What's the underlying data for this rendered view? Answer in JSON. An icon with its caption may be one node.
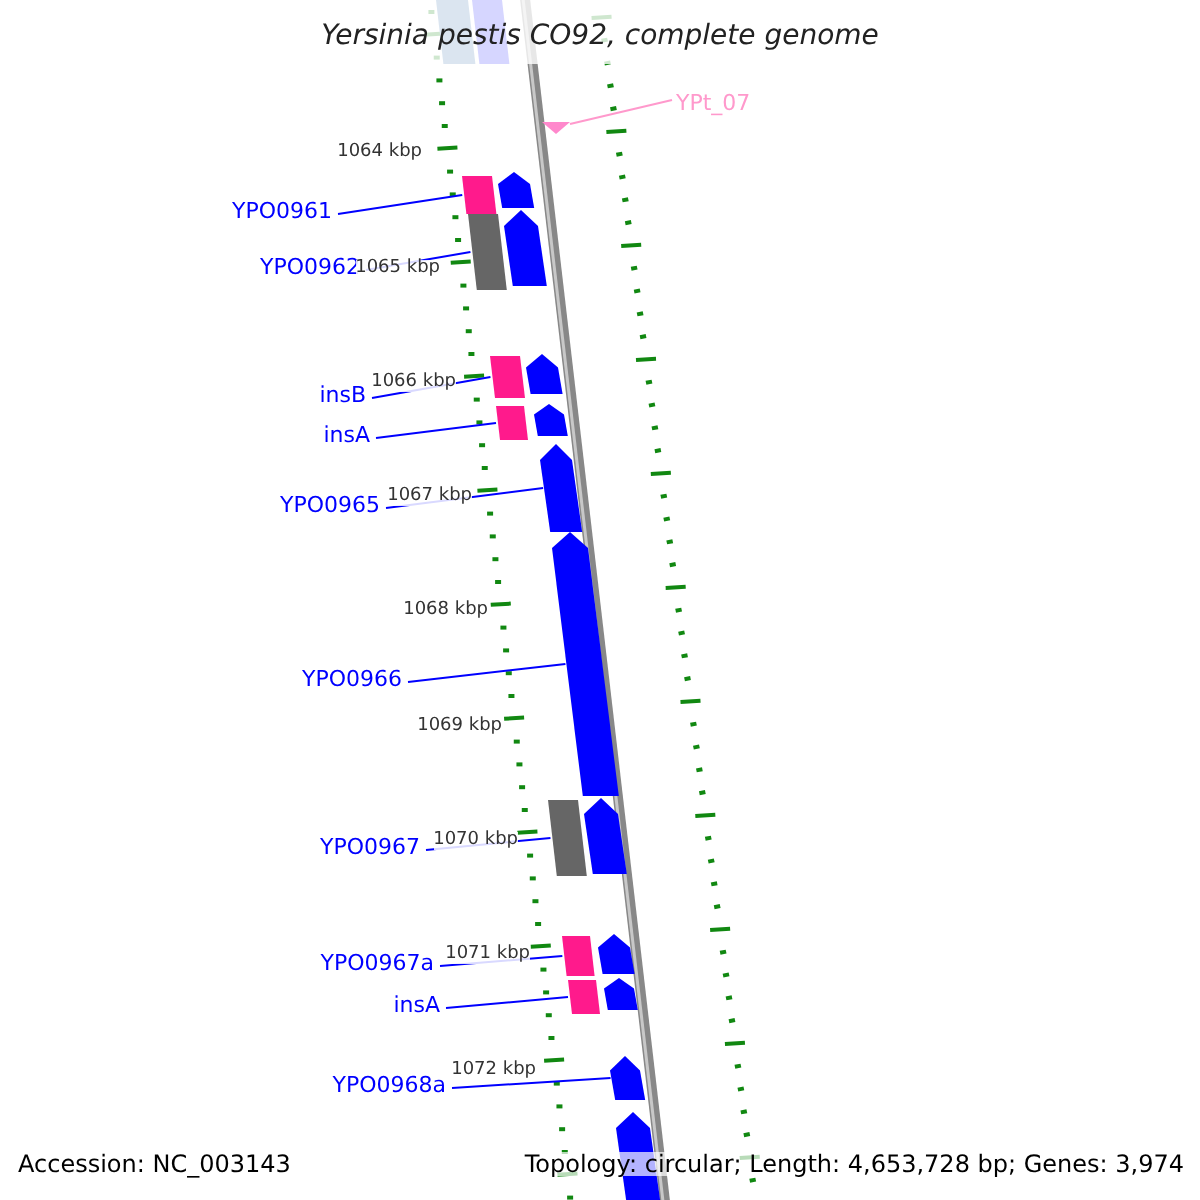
{
  "diagram": {
    "title": "Yersinia pestis CO92, complete genome",
    "nodes": [
      {
        "text": [],
        "shape": "box"
      },
      {
        "text": [],
        "shape": "box"
      },
      {
        "text": [
          "YPt_07"
        ]
      },
      {
        "text": [],
        "shape": "triangle"
      },
      {
        "text": [
          "YPO0961"
        ]
      },
      {
        "text": [],
        "shape": "box"
      },
      {
        "text": [],
        "shape": "arrow"
      },
      {
        "text": [
          "YPO0962"
        ]
      },
      {
        "text": [],
        "shape": "box"
      },
      {
        "text": [],
        "shape": "arrow"
      },
      {
        "text": [
          "insB"
        ]
      },
      {
        "text": [],
        "shape": "box"
      },
      {
        "text": [],
        "shape": "arrow"
      },
      {
        "text": [
          "insA"
        ]
      },
      {
        "text": [],
        "shape": "box"
      },
      {
        "text": [],
        "shape": "arrow"
      },
      {
        "text": [
          "YPO0965"
        ]
      },
      {
        "text": [],
        "shape": "arrow"
      },
      {
        "text": [
          "YPO0966"
        ]
      },
      {
        "text": [],
        "shape": "arrow"
      },
      {
        "text": [
          "YPO0967"
        ]
      },
      {
        "text": [],
        "shape": "box"
      },
      {
        "text": [],
        "shape": "arrow"
      },
      {
        "text": [
          "YPO0967a"
        ]
      },
      {
        "text": [],
        "shape": "box"
      },
      {
        "text": [],
        "shape": "arrow"
      },
      {
        "text": [
          "insA"
        ]
      },
      {
        "text": [],
        "shape": "box"
      },
      {
        "text": [],
        "shape": "arrow"
      },
      {
        "text": [
          "YPO0968a"
        ]
      },
      {
        "text": [],
        "shape": "arrow"
      },
      {
        "text": [],
        "shape": "arrow"
      }
    ],
    "edges": [
      {
        "from": 2,
        "to": 3,
        "arrow": "none",
        "color": "#ff99cc"
      },
      {
        "from": 4,
        "to": 5,
        "arrow": "none"
      },
      {
        "from": 7,
        "to": 8,
        "arrow": "none"
      },
      {
        "from": 10,
        "to": 11,
        "arrow": "none"
      },
      {
        "from": 13,
        "to": 14,
        "arrow": "none"
      },
      {
        "from": 16,
        "to": 17,
        "arrow": "none"
      },
      {
        "from": 18,
        "to": 19,
        "arrow": "none"
      },
      {
        "from": 20,
        "to": 21,
        "arrow": "none"
      },
      {
        "from": 23,
        "to": 24,
        "arrow": "none"
      },
      {
        "from": 26,
        "to": 27,
        "arrow": "none"
      },
      {
        "from": 29,
        "to": 30,
        "arrow": "none"
      }
    ],
    "labels": [
      "1064 kbp",
      "1065 kbp",
      "1066 kbp",
      "1067 kbp",
      "1068 kbp",
      "1069 kbp",
      "1070 kbp",
      "1071 kbp",
      "1072 kbp",
      "Accession: NC_003143",
      "Topology: circular; Length: 4,653,728 bp; Genes: 3,974"
    ]
  }
}
